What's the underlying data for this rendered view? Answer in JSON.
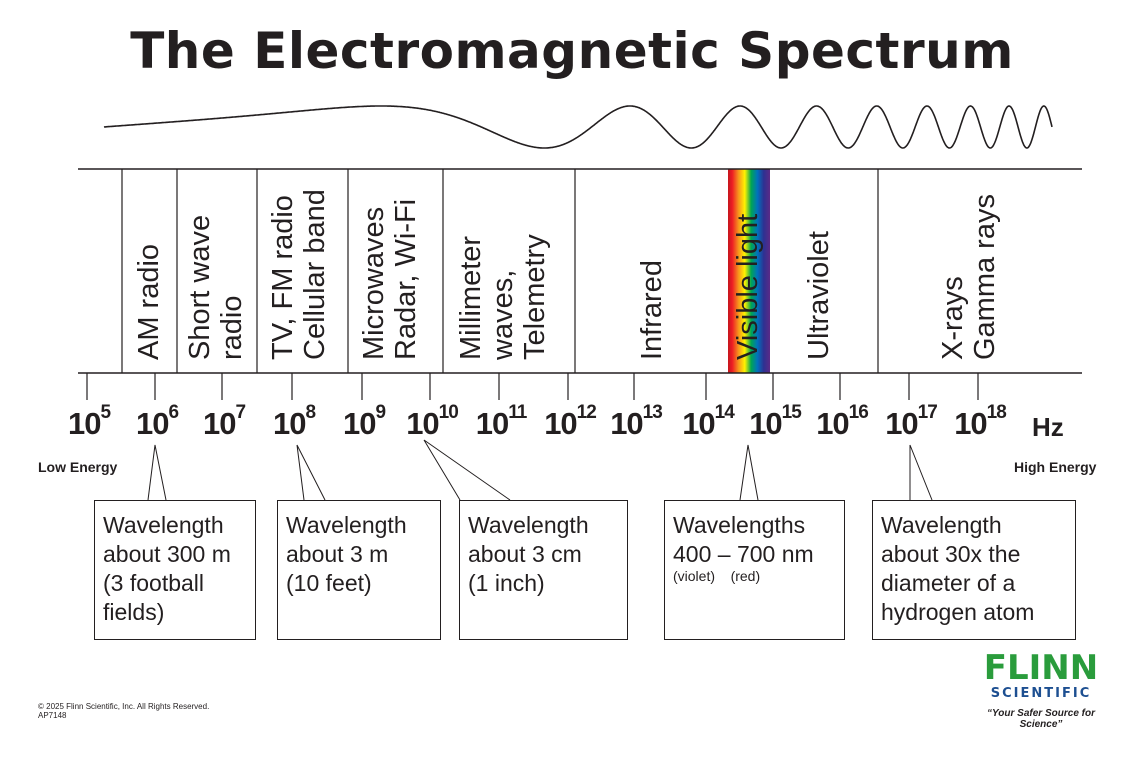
{
  "title": "The Electromagnetic Spectrum",
  "bands": [
    {
      "name": "am",
      "label": "AM radio"
    },
    {
      "name": "shortwave",
      "label": "Short wave\nradio"
    },
    {
      "name": "tv-fm",
      "label": "TV, FM radio\nCellular band"
    },
    {
      "name": "microwaves",
      "label": "Microwaves\nRadar, Wi-Fi"
    },
    {
      "name": "millimeter",
      "label": "Millimeter\nwaves,\nTelemetry"
    },
    {
      "name": "infrared",
      "label": "Infrared"
    },
    {
      "name": "visible",
      "label": "Visible light"
    },
    {
      "name": "ultraviolet",
      "label": "Ultraviolet"
    },
    {
      "name": "xray-gamma",
      "label": "X-rays\nGamma rays"
    }
  ],
  "ticks": [
    {
      "base": "10",
      "exp": "5"
    },
    {
      "base": "10",
      "exp": "6"
    },
    {
      "base": "10",
      "exp": "7"
    },
    {
      "base": "10",
      "exp": "8"
    },
    {
      "base": "10",
      "exp": "9"
    },
    {
      "base": "10",
      "exp": "10"
    },
    {
      "base": "10",
      "exp": "11"
    },
    {
      "base": "10",
      "exp": "12"
    },
    {
      "base": "10",
      "exp": "13"
    },
    {
      "base": "10",
      "exp": "14"
    },
    {
      "base": "10",
      "exp": "15"
    },
    {
      "base": "10",
      "exp": "16"
    },
    {
      "base": "10",
      "exp": "17"
    },
    {
      "base": "10",
      "exp": "18"
    }
  ],
  "unit": "Hz",
  "low_energy": "Low Energy",
  "high_energy": "High Energy",
  "callouts": [
    {
      "text": "Wavelength\nabout 300 m\n(3 football\nfields)"
    },
    {
      "text": "Wavelength\nabout 3 m\n(10 feet)"
    },
    {
      "text": "Wavelength\nabout 3 cm\n(1 inch)"
    },
    {
      "text": "Wavelengths\n400 – 700 nm",
      "small": "(violet)    (red)"
    },
    {
      "text": "Wavelength\nabout 30x the\ndiameter of a\nhydrogen atom"
    }
  ],
  "copyright": "© 2025 Flinn Scientific, Inc. All Rights Reserved.",
  "code": "AP7148",
  "logo": {
    "name": "FLINN",
    "sub": "SCIENTIFIC",
    "tagline": "“Your Safer Source for Science”"
  },
  "colors": {
    "ink": "#231f20",
    "logo_green": "#2a9c3c",
    "logo_blue": "#1d4f91"
  }
}
